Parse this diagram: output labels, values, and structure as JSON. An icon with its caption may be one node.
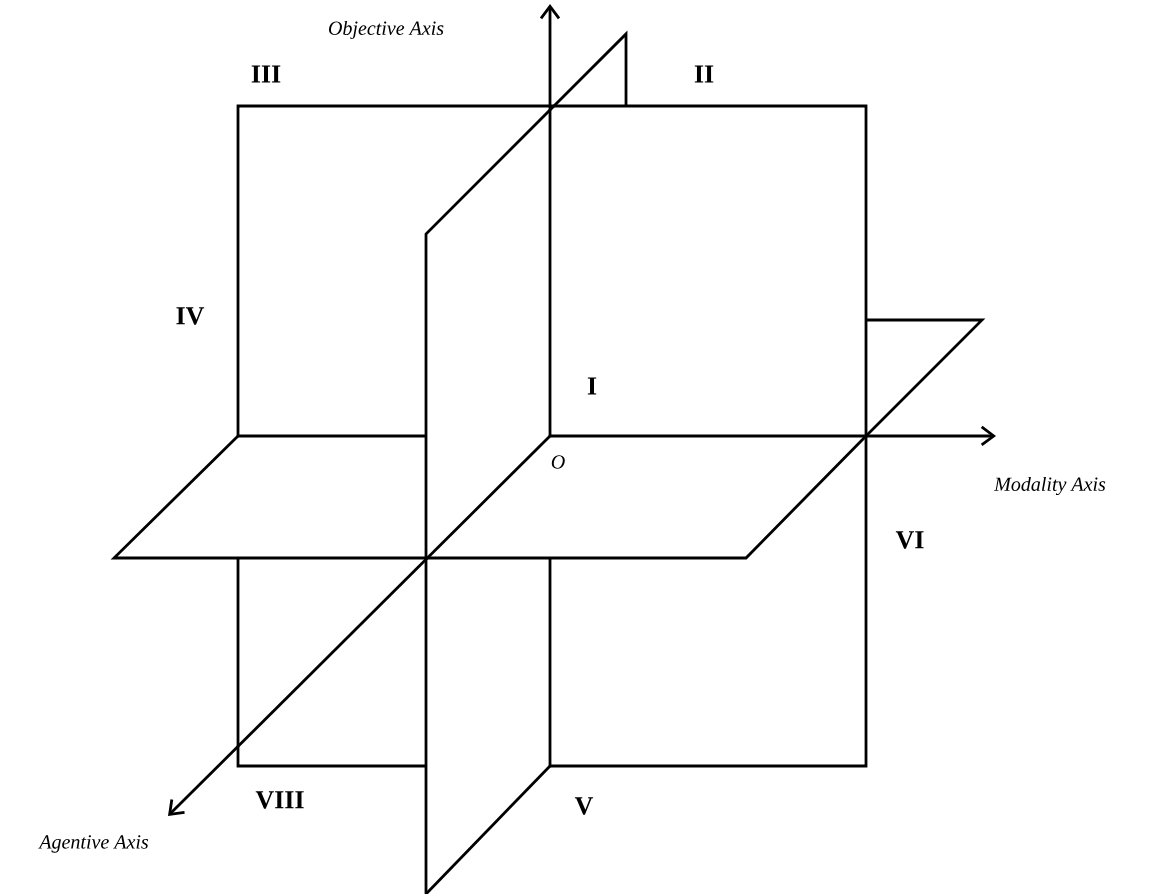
{
  "diagram": {
    "labels": [
      "Objective Axis",
      "III",
      "II",
      "IV",
      "I",
      "O",
      "Modality Axis",
      "VI",
      "VIII",
      "V",
      "Agentive Axis"
    ]
  }
}
